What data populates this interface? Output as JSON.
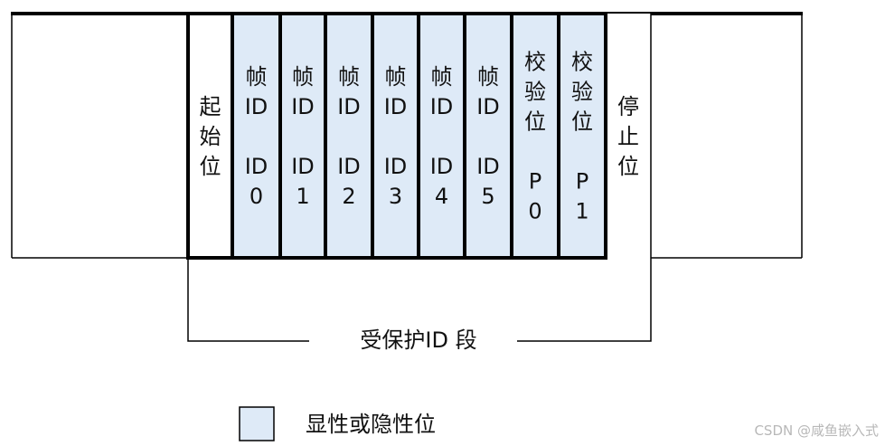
{
  "fields": [
    {
      "id": "start",
      "lines": [
        "起",
        "始",
        "位"
      ],
      "shaded": false
    },
    {
      "id": "frame-id-0",
      "lines": [
        "帧",
        "ID",
        "",
        "ID",
        "0"
      ],
      "shaded": true
    },
    {
      "id": "frame-id-1",
      "lines": [
        "帧",
        "ID",
        "",
        "ID",
        "1"
      ],
      "shaded": true
    },
    {
      "id": "frame-id-2",
      "lines": [
        "帧",
        "ID",
        "",
        "ID",
        "2"
      ],
      "shaded": true
    },
    {
      "id": "frame-id-3",
      "lines": [
        "帧",
        "ID",
        "",
        "ID",
        "3"
      ],
      "shaded": true
    },
    {
      "id": "frame-id-4",
      "lines": [
        "帧",
        "ID",
        "",
        "ID",
        "4"
      ],
      "shaded": true
    },
    {
      "id": "frame-id-5",
      "lines": [
        "帧",
        "ID",
        "",
        "ID",
        "5"
      ],
      "shaded": true
    },
    {
      "id": "parity-0",
      "lines": [
        "校",
        "验",
        "位",
        "",
        "P",
        "0"
      ],
      "shaded": true
    },
    {
      "id": "parity-1",
      "lines": [
        "校",
        "验",
        "位",
        "",
        "P",
        "1"
      ],
      "shaded": true
    },
    {
      "id": "stop",
      "lines": [
        "停",
        "止",
        "位"
      ],
      "shaded": false
    }
  ],
  "protected_label": "受保护ID 段",
  "legend_label": "显性或隐性位",
  "watermark": "CSDN @咸鱼嵌入式",
  "colors": {
    "shade": "#deeaf7",
    "line": "#000000",
    "bg": "#ffffff"
  }
}
